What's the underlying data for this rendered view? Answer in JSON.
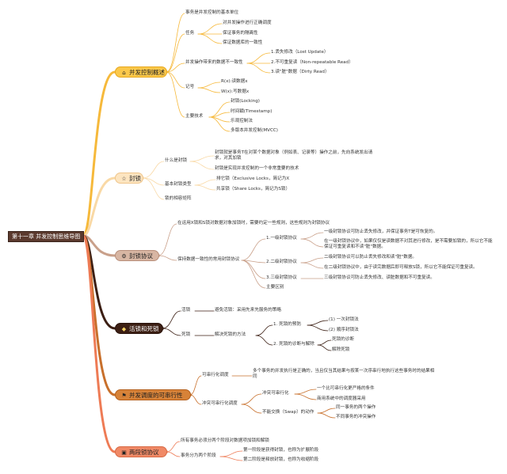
{
  "root": {
    "label": "第十一章 并发控制思维导图"
  },
  "branches": [
    {
      "label": "并发控制概述",
      "icon": "home-icon",
      "color": "#f6b93b",
      "items": [
        "事务是并发控制的基本单位",
        "任务",
        "对并发操作进行正确调度",
        "保证事务的隔离性",
        "保证数据库的一致性",
        "并发操作带来的数据不一致性",
        "1.丢失修改（Lost Update）",
        "2.不可重复读（Non-repeatable Read）",
        "3.读\"脏\"数据（Dirty Read）",
        "记号",
        "R(x):读数据x",
        "W(x):写数据x",
        "主要技术",
        "封锁(Locking)",
        "时间戳(Timestamp)",
        "乐观控制法",
        "多版本并发控制(MVCC)"
      ]
    },
    {
      "label": "封锁",
      "icon": "star-icon",
      "color": "#f9d9a6",
      "items": [
        "什么是封锁",
        "封锁就是事务T在对某个数据对象（例如表、记录等）操作之前，先向系统发出请求，对其加锁",
        "封锁是实现并发控制的一个非常重要的技术",
        "基本封锁类型",
        "排它锁（Exclusive Locks，简记为X",
        "共享锁（Share Locks，简记为S锁）",
        "锁的相容矩阵"
      ]
    },
    {
      "label": "封锁协议",
      "icon": "gear-icon",
      "color": "#c9a08a",
      "items": [
        "在运用X锁和S锁对数据对象加锁时，需要约定一些规则，这些规则为封锁协议",
        "保持数据一致性的常用封锁协议",
        "1.一级封锁协议",
        "一级封锁协议可防止丢失修改，并保证事务T是可恢复的。",
        "在一级封锁协议中，如果仅仅是读数据不对其进行修改，是不需要加锁的，所以它不能保证可重复读和不读\"脏\"数据。",
        "2.二级封锁协议",
        "二级封锁协议可以防止丢失修改和读\"脏\"数据。",
        "在二级封锁协议中，由于读完数据后即可释放S锁，所以它不能保证可重复读。",
        "3.三级封锁协议",
        "三级封锁协议可防止丢失修改、读脏数据和不可重复读。",
        "主要区别"
      ]
    },
    {
      "label": "活锁和死锁",
      "icon": "diamond-icon",
      "color": "#3c1f14",
      "items": [
        "活锁",
        "避免活锁：采用先来先服务的策略",
        "死锁",
        "解决死锁的方法",
        "1. 死锁的预防",
        "(1) 一次封锁法",
        "(2) 顺序封锁法",
        "2. 死锁的诊断与解除",
        "死锁的诊断",
        "解除死锁"
      ]
    },
    {
      "label": "并发调度的可串行性",
      "icon": "flag-icon",
      "color": "#c8702c",
      "items": [
        "可串行化调度",
        "多个事务的并发执行是正确的，当且仅当其结果与按某一次序串行地执行这些事务时的结果相同",
        "冲突可串行化调度",
        "冲突可串行化",
        "一个比可串行化更严格的条件",
        "商用系统中的调度器采用",
        "不能交换（Swap）的动作",
        "同一事务的两个操作",
        "不同事务的冲突操作"
      ]
    },
    {
      "label": "两段锁协议",
      "icon": "box-icon",
      "color": "#ee7b55",
      "items": [
        "所有事务必须分两个阶段对数据项加锁和解锁",
        "事务分为两个阶段",
        "第一阶段是获得封锁，也称为扩展阶段",
        "第二阶段是释放封锁，也称为收缩阶段"
      ]
    }
  ]
}
